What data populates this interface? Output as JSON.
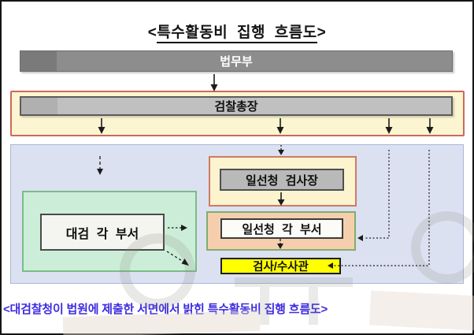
{
  "figure": {
    "title": {
      "open": "<",
      "text": "특수활동비 집행 흐름도",
      "close": ">"
    },
    "caption": "<대검찰청이 법원에 제출한 서면에서 밝힌 특수활동비 집행 흐름도>"
  },
  "nodes": {
    "moj": {
      "label": "법무부"
    },
    "pg": {
      "label": "검찰총장"
    },
    "district_chief": {
      "label": "일선청 검사장"
    },
    "supreme_depts": {
      "label": "대검 각 부서"
    },
    "district_depts": {
      "label": "일선청 각 부서"
    },
    "investigators": {
      "label": "검사/수사관"
    }
  },
  "edges": [
    {
      "from": "법무부",
      "to": "검찰총장",
      "style": "solid"
    },
    {
      "from": "검찰총장",
      "to": "대검 각 부서",
      "style": "dashed"
    },
    {
      "from": "검찰총장",
      "to": "일선청 검사장",
      "style": "dotted"
    },
    {
      "from": "검찰총장",
      "to": "일선청 각 부서",
      "style": "dotted"
    },
    {
      "from": "검찰총장",
      "to": "검사/수사관",
      "style": "dotted"
    },
    {
      "from": "일선청 검사장",
      "to": "일선청 각 부서",
      "style": "solid"
    },
    {
      "from": "일선청 각 부서",
      "to": "검사/수사관",
      "style": "dashed"
    },
    {
      "from": "대검 각 부서",
      "to": "일선청 각 부서",
      "style": "dotted"
    },
    {
      "from": "대검 각 부서",
      "to": "검사/수사관",
      "style": "dashed"
    }
  ],
  "colors": {
    "frame_border": "#151515",
    "moj_bar": "#8d8d8d",
    "pg_bar": "#c0c0c0",
    "yellow_panel": "#fbf5d1",
    "red_border": "#cb6a58",
    "blue_panel": "#dbe1f1",
    "green_panel": "#cceed8",
    "green_border": "#77bd86",
    "orange_panel": "#f5cfad",
    "orange_border": "#7fae6e",
    "highlight_yellow": "#ffff00",
    "caption_text": "#3d2ce0",
    "arrow": "#1c1c1c"
  }
}
